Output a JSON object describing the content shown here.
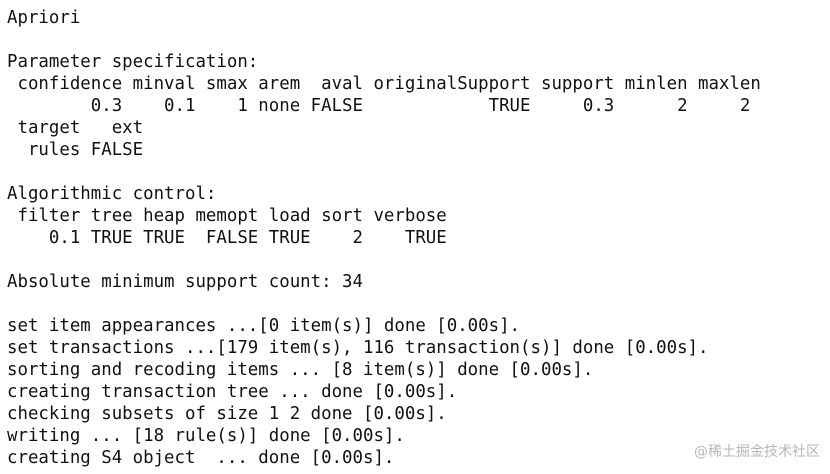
{
  "console": {
    "lines": [
      "Apriori",
      "",
      "Parameter specification:",
      " confidence minval smax arem  aval originalSupport support minlen maxlen",
      "        0.3    0.1    1 none FALSE            TRUE     0.3      2     2",
      " target   ext",
      "  rules FALSE",
      "",
      "Algorithmic control:",
      " filter tree heap memopt load sort verbose",
      "    0.1 TRUE TRUE  FALSE TRUE    2    TRUE",
      "",
      "Absolute minimum support count: 34",
      "",
      "set item appearances ...[0 item(s)] done [0.00s].",
      "set transactions ...[179 item(s), 116 transaction(s)] done [0.00s].",
      "sorting and recoding items ... [8 item(s)] done [0.00s].",
      "creating transaction tree ... done [0.00s].",
      "checking subsets of size 1 2 done [0.00s].",
      "writing ... [18 rule(s)] done [0.00s].",
      "creating S4 object  ... done [0.00s]."
    ]
  },
  "watermark": "@稀土掘金技术社区"
}
